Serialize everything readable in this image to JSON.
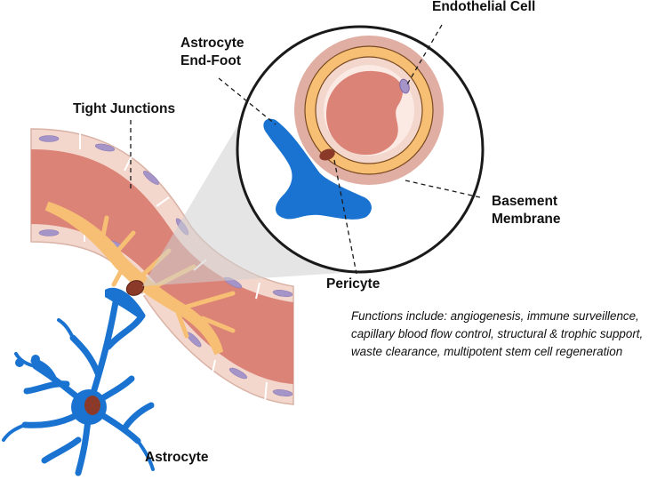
{
  "labels": {
    "endothelial_cell": "Endothelial Cell",
    "astrocyte_end_foot_line1": "Astrocyte",
    "astrocyte_end_foot_line2": "End-Foot",
    "tight_junctions": "Tight Junctions",
    "basement_membrane_line1": "Basement",
    "basement_membrane_line2": "Membrane",
    "pericyte": "Pericyte",
    "astrocyte": "Astrocyte"
  },
  "caption": {
    "lines": [
      "Functions include: angiogenesis, immune surveillence,",
      "capillary blood flow control, structural & trophic support,",
      "waste clearance, multipotent stem cell regeneration"
    ]
  },
  "colors": {
    "vessel_wall": "#f3d6cc",
    "vessel_wall_edge": "#d9b2a5",
    "lumen": "#dc8378",
    "endothelial_nucleus": "#a594c8",
    "pericyte_process": "#f6bf74",
    "nucleus_brown": "#8b3a2a",
    "astrocyte_blue": "#1a73d0",
    "basement_ring": "#e0aea2",
    "zoom_cone": "#d0d0d0"
  }
}
